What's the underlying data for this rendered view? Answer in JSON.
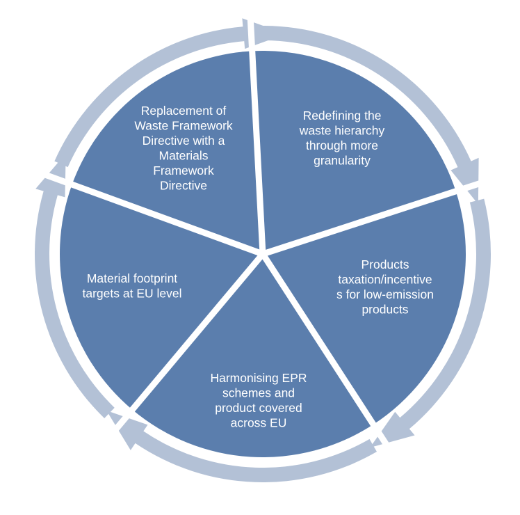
{
  "colors": {
    "segment_fill": "#5b7ead",
    "arrow_fill": "#b3c1d6",
    "background": "#ffffff",
    "text": "#ffffff"
  },
  "segments": [
    {
      "id": "replacement-waste-framework",
      "lines": [
        "Replacement of",
        "Waste Framework",
        "Directive with a",
        "Materials",
        "Framework",
        "Directive"
      ]
    },
    {
      "id": "redefining-waste-hierarchy",
      "lines": [
        "Redefining the",
        "waste hierarchy",
        "through more",
        "granularity"
      ]
    },
    {
      "id": "products-taxation",
      "lines": [
        "Products",
        "taxation/incentive",
        "s for low-emission",
        "products"
      ]
    },
    {
      "id": "harmonising-epr",
      "lines": [
        "Harmonising EPR",
        "schemes and",
        "product covered",
        "across EU"
      ]
    },
    {
      "id": "material-footprint",
      "lines": [
        "Material footprint",
        "targets at EU level"
      ]
    }
  ]
}
